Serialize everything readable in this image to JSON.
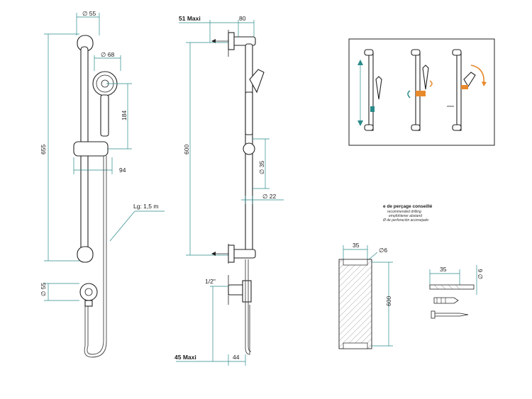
{
  "front_view": {
    "dim_bar_spacing": "∅ 55",
    "dim_head_diameter": "∅ 68",
    "dim_total_height": "655",
    "dim_handle_length": "184",
    "dim_slider_width": "94",
    "dim_hose_length": "Lg: 1,5 m",
    "dim_outlet_diameter": "∅ 55"
  },
  "side_view": {
    "dim_wall_max": "51 Maxi",
    "dim_depth": "80",
    "dim_fixing_height": "600",
    "dim_slider_diameter": "∅ 35",
    "dim_bar_diameter": "∅ 22",
    "dim_thread": "1/2\"",
    "dim_outlet_max": "45 Maxi",
    "dim_outlet_depth": "44"
  },
  "drilling": {
    "title": "e de perçage conseillé",
    "line_en": "recommended drilling",
    "line_de": "empfohlener abstand",
    "line_es": "Ø de perforación aconsejado",
    "dim_width": "35",
    "dim_hole": "∅6",
    "dim_height": "600",
    "dim_depth": "35",
    "dim_hole_side": "∅ 6"
  },
  "inset": {
    "accent_color": "#e8892b",
    "arrow_color": "#2a8a8a"
  }
}
